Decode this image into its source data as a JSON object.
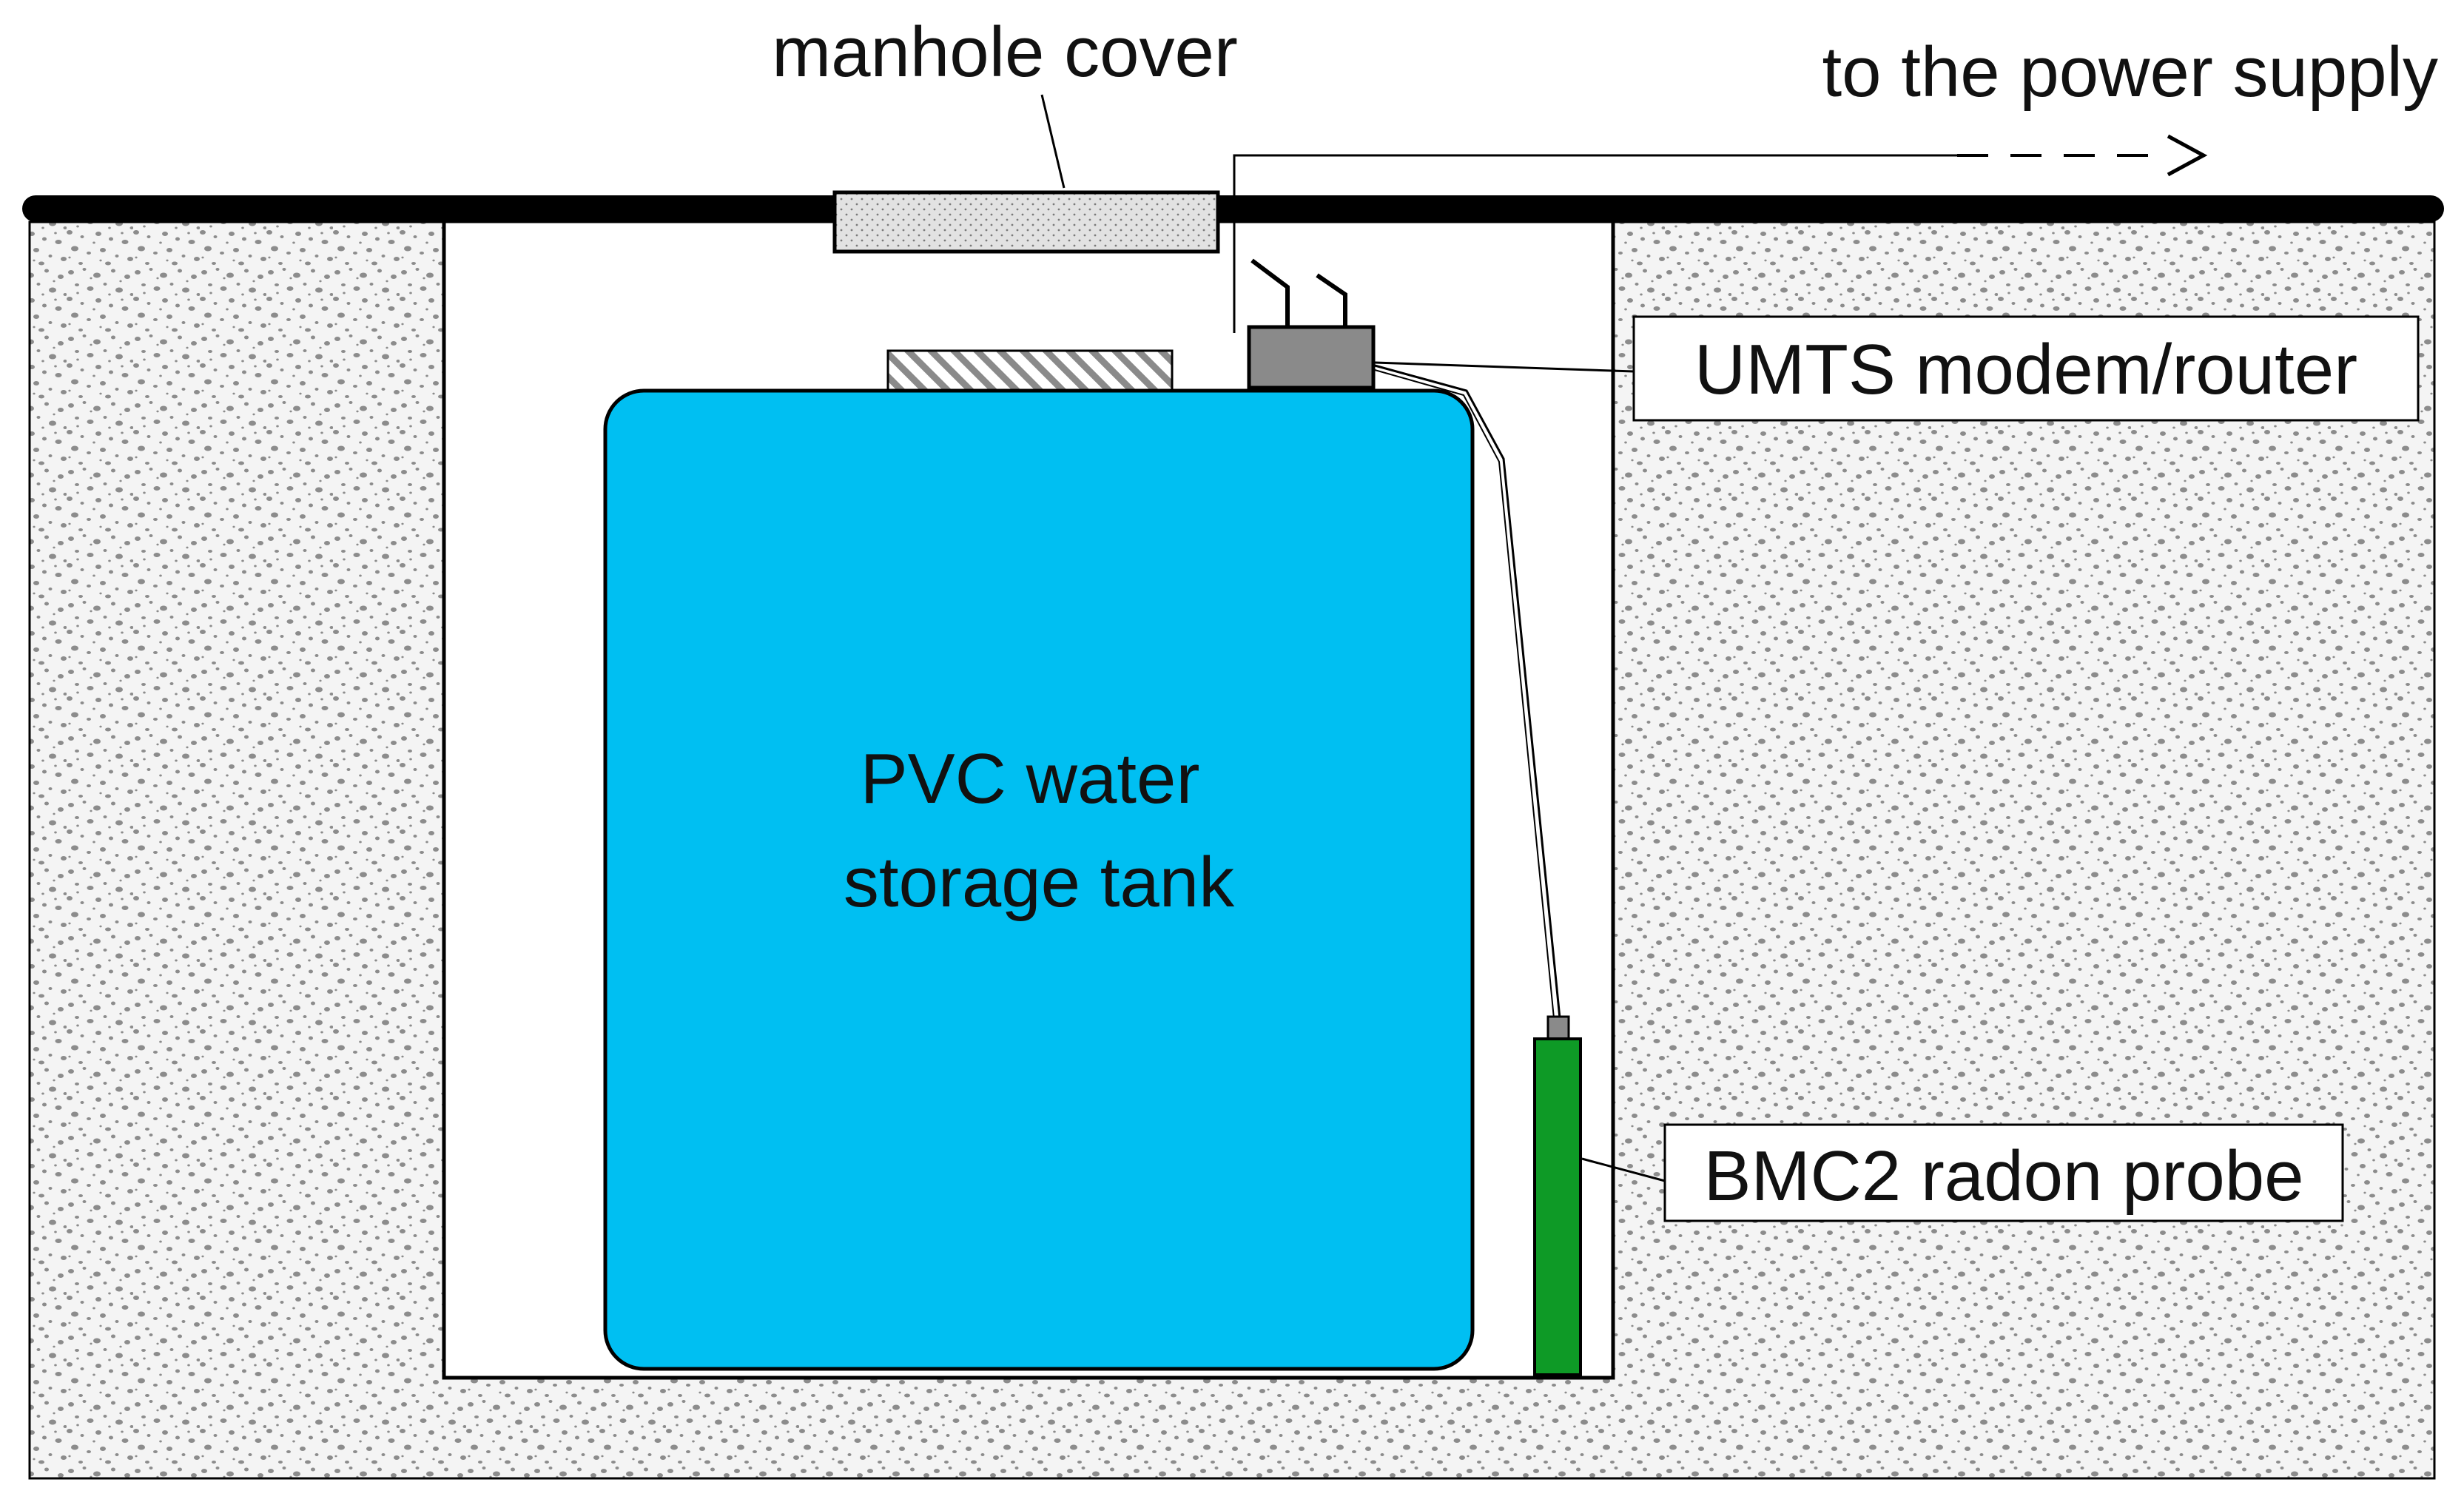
{
  "labels": {
    "manhole_cover": "manhole cover",
    "power_supply": "to the power supply",
    "modem": "UMTS modem/router",
    "tank_line1": "PVC water",
    "tank_line2": "storage tank",
    "probe": "BMC2 radon probe"
  },
  "colors": {
    "tank": "#00BFF2",
    "probe": "#0E9A26",
    "modem": "#8A8A8A",
    "soil_fill": "#F4F4F4",
    "soil_speckle": "#8C8C8C",
    "cover_fill": "#E2E2E2",
    "lid_hatch": "#8A8A8A",
    "outline": "#000000"
  }
}
